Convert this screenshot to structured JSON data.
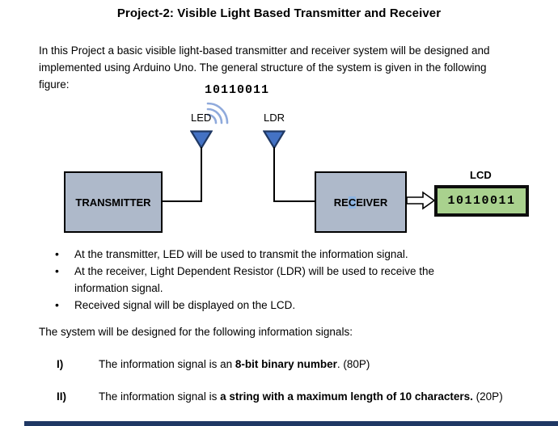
{
  "page": {
    "title": "Project-2: Visible Light Based Transmitter and Receiver",
    "intro_lines": [
      "In this Project a basic visible light-based transmitter and receiver system will be designed and",
      "implemented using Arduino Uno. The general structure of the system is given in the following",
      "figure:"
    ]
  },
  "diagram": {
    "binary_top": "10110011",
    "led_label": "LED",
    "ldr_label": "LDR",
    "transmitter_label": "TRANSMITTER",
    "receiver_label": {
      "pre": "RE",
      "highlight": "C",
      "post": "EIVER"
    },
    "lcd_label": "LCD",
    "lcd_display": "10110011",
    "colors": {
      "box_fill": "#AEB9CA",
      "triangle_fill": "#4472C4",
      "triangle_stroke": "#1F3864",
      "wave_color": "#8FAADC",
      "lcd_fill": "#A9D18E",
      "highlight": "#8DB4E2",
      "bottom_bar": "#1F3864"
    }
  },
  "bullets": [
    {
      "lines": [
        "At the transmitter, LED will be used to transmit the information signal."
      ]
    },
    {
      "lines": [
        "At the receiver, Light Dependent Resistor (LDR) will be used to receive the",
        "information signal."
      ]
    },
    {
      "lines": [
        "Received signal will be displayed on the LCD."
      ]
    }
  ],
  "signals_intro": "The system will be designed for the following information signals:",
  "items": [
    {
      "numeral": "I)",
      "pre": "The information signal is an ",
      "bold": "8-bit binary number",
      "post": ". (80P)"
    },
    {
      "numeral": "II)",
      "pre": "The information signal is ",
      "bold": "a string with a maximum length of 10 characters.",
      "post": " (20P)"
    }
  ]
}
